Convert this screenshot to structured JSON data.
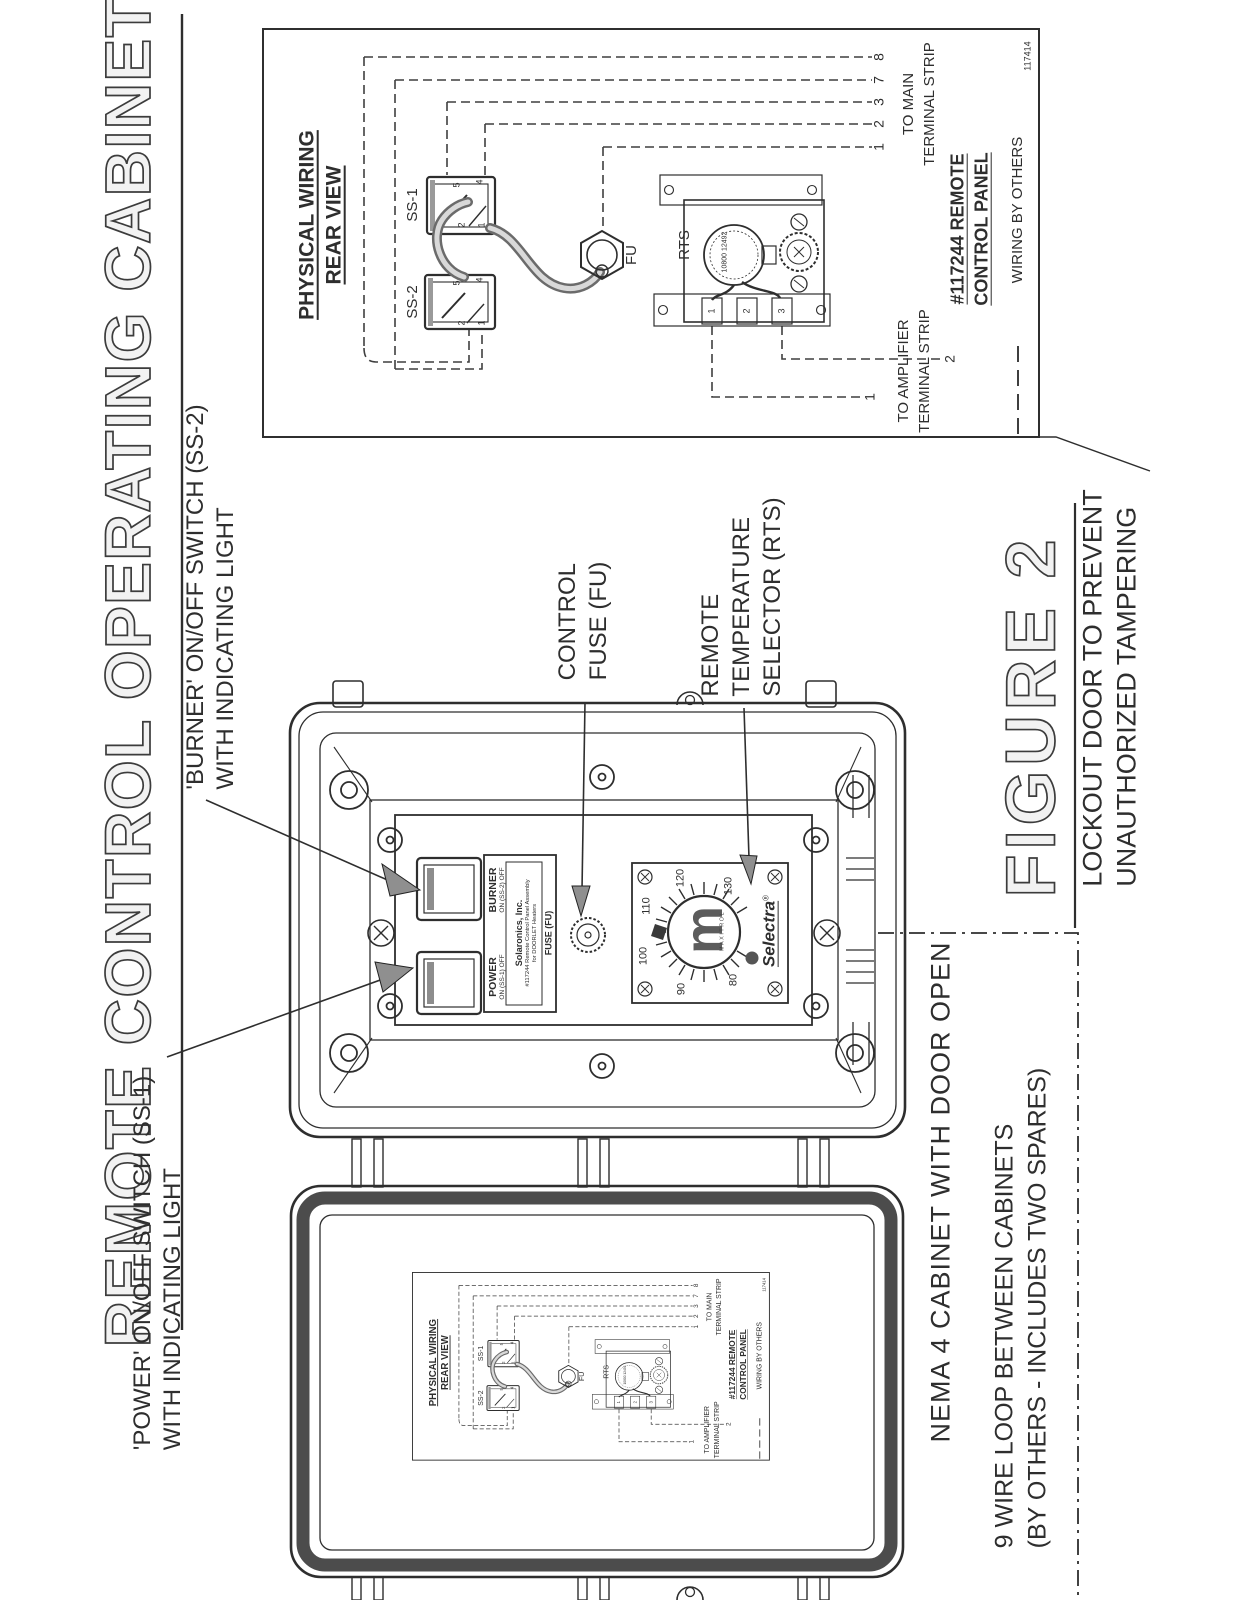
{
  "page": {
    "title": "REMOTE CONTROL OPERATING CABINET"
  },
  "figure": {
    "label": "FIGURE 2",
    "caption_line1": "LOCKOUT DOOR TO PREVENT",
    "caption_line2": "UNAUTHORIZED TAMPERING"
  },
  "callouts": {
    "burner_line1": "'BURNER' ON/OFF SWITCH (SS-2)",
    "burner_line2": "WITH INDICATING LIGHT",
    "power_line1": "'POWER' ON/OFF SWITCH (SS-1)",
    "power_line2": "WITH INDICATING LIGHT",
    "fuse_line1": "CONTROL",
    "fuse_line2": "FUSE (FU)",
    "rts_line1": "REMOTE",
    "rts_line2": "TEMPERATURE",
    "rts_line3": "SELECTOR (RTS)",
    "nema": "NEMA 4 CABINET WITH DOOR OPEN",
    "loop_line1": "9 WIRE LOOP BETWEEN CABINETS",
    "loop_line2": "(BY OTHERS - INCLUDES TWO SPARES)"
  },
  "wiring": {
    "heading_line1": "PHYSICAL WIRING",
    "heading_line2": "REAR VIEW",
    "ss1_label": "SS-1",
    "ss2_label": "SS-2",
    "fu_label": "FU",
    "rts_label": "RTS",
    "terminal_5": "5",
    "terminal_4": "4",
    "terminal_2": "2",
    "terminal_1": "1",
    "main_wires": [
      "8",
      "7",
      "3",
      "2",
      "1"
    ],
    "to_main_line1": "TO MAIN",
    "to_main_line2": "TERMINAL STRIP",
    "amp_wire_1": "1",
    "amp_wire_2": "2",
    "to_amp_line1": "TO AMPLIFIER",
    "to_amp_line2": "TERMINAL STRIP",
    "panel_id_line1": "#117244 REMOTE",
    "panel_id_line2": "CONTROL PANEL",
    "legend": "WIRING BY OTHERS",
    "doc_number": "117414",
    "rts_terminals": [
      "1",
      "2",
      "3"
    ],
    "rts_dial_marking": "10800 12492"
  },
  "panel": {
    "burner_label": "BURNER",
    "burner_positions": "ON   (SS-2)   OFF",
    "power_label": "POWER",
    "power_positions": "ON   (SS-1)   OFF",
    "maker_line1": "Solaronics, Inc.",
    "maker_line2": "#117244 Remote Control Panel Assembly",
    "maker_line3": "for DOORLET Heaters",
    "fuse_label": "FUSE (FU)",
    "dial_numbers": {
      "n80": "80",
      "n90": "90",
      "n100": "100",
      "n110": "110",
      "n120": "120",
      "n130": "130"
    },
    "logo_m": "m",
    "maxitrol": "MAXITROL",
    "selectra": "Selectra",
    "registered": "®"
  },
  "colors": {
    "ink": "#2e2e2e",
    "paper": "#ffffff",
    "cable_gray": "#9a9a9a",
    "gasket": "#4c4c4c"
  }
}
